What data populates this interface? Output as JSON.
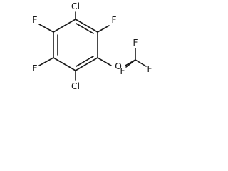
{
  "molecule": {
    "atoms": {
      "cl_top": "Cl",
      "cl_bottom": "Cl",
      "f_upper_left": "F",
      "f_upper_right": "F",
      "f_lower_left": "F",
      "oxygen": "O",
      "cf3_f_top": "F",
      "cf3_f_right": "F",
      "cf3_f_bottom": "F"
    }
  }
}
